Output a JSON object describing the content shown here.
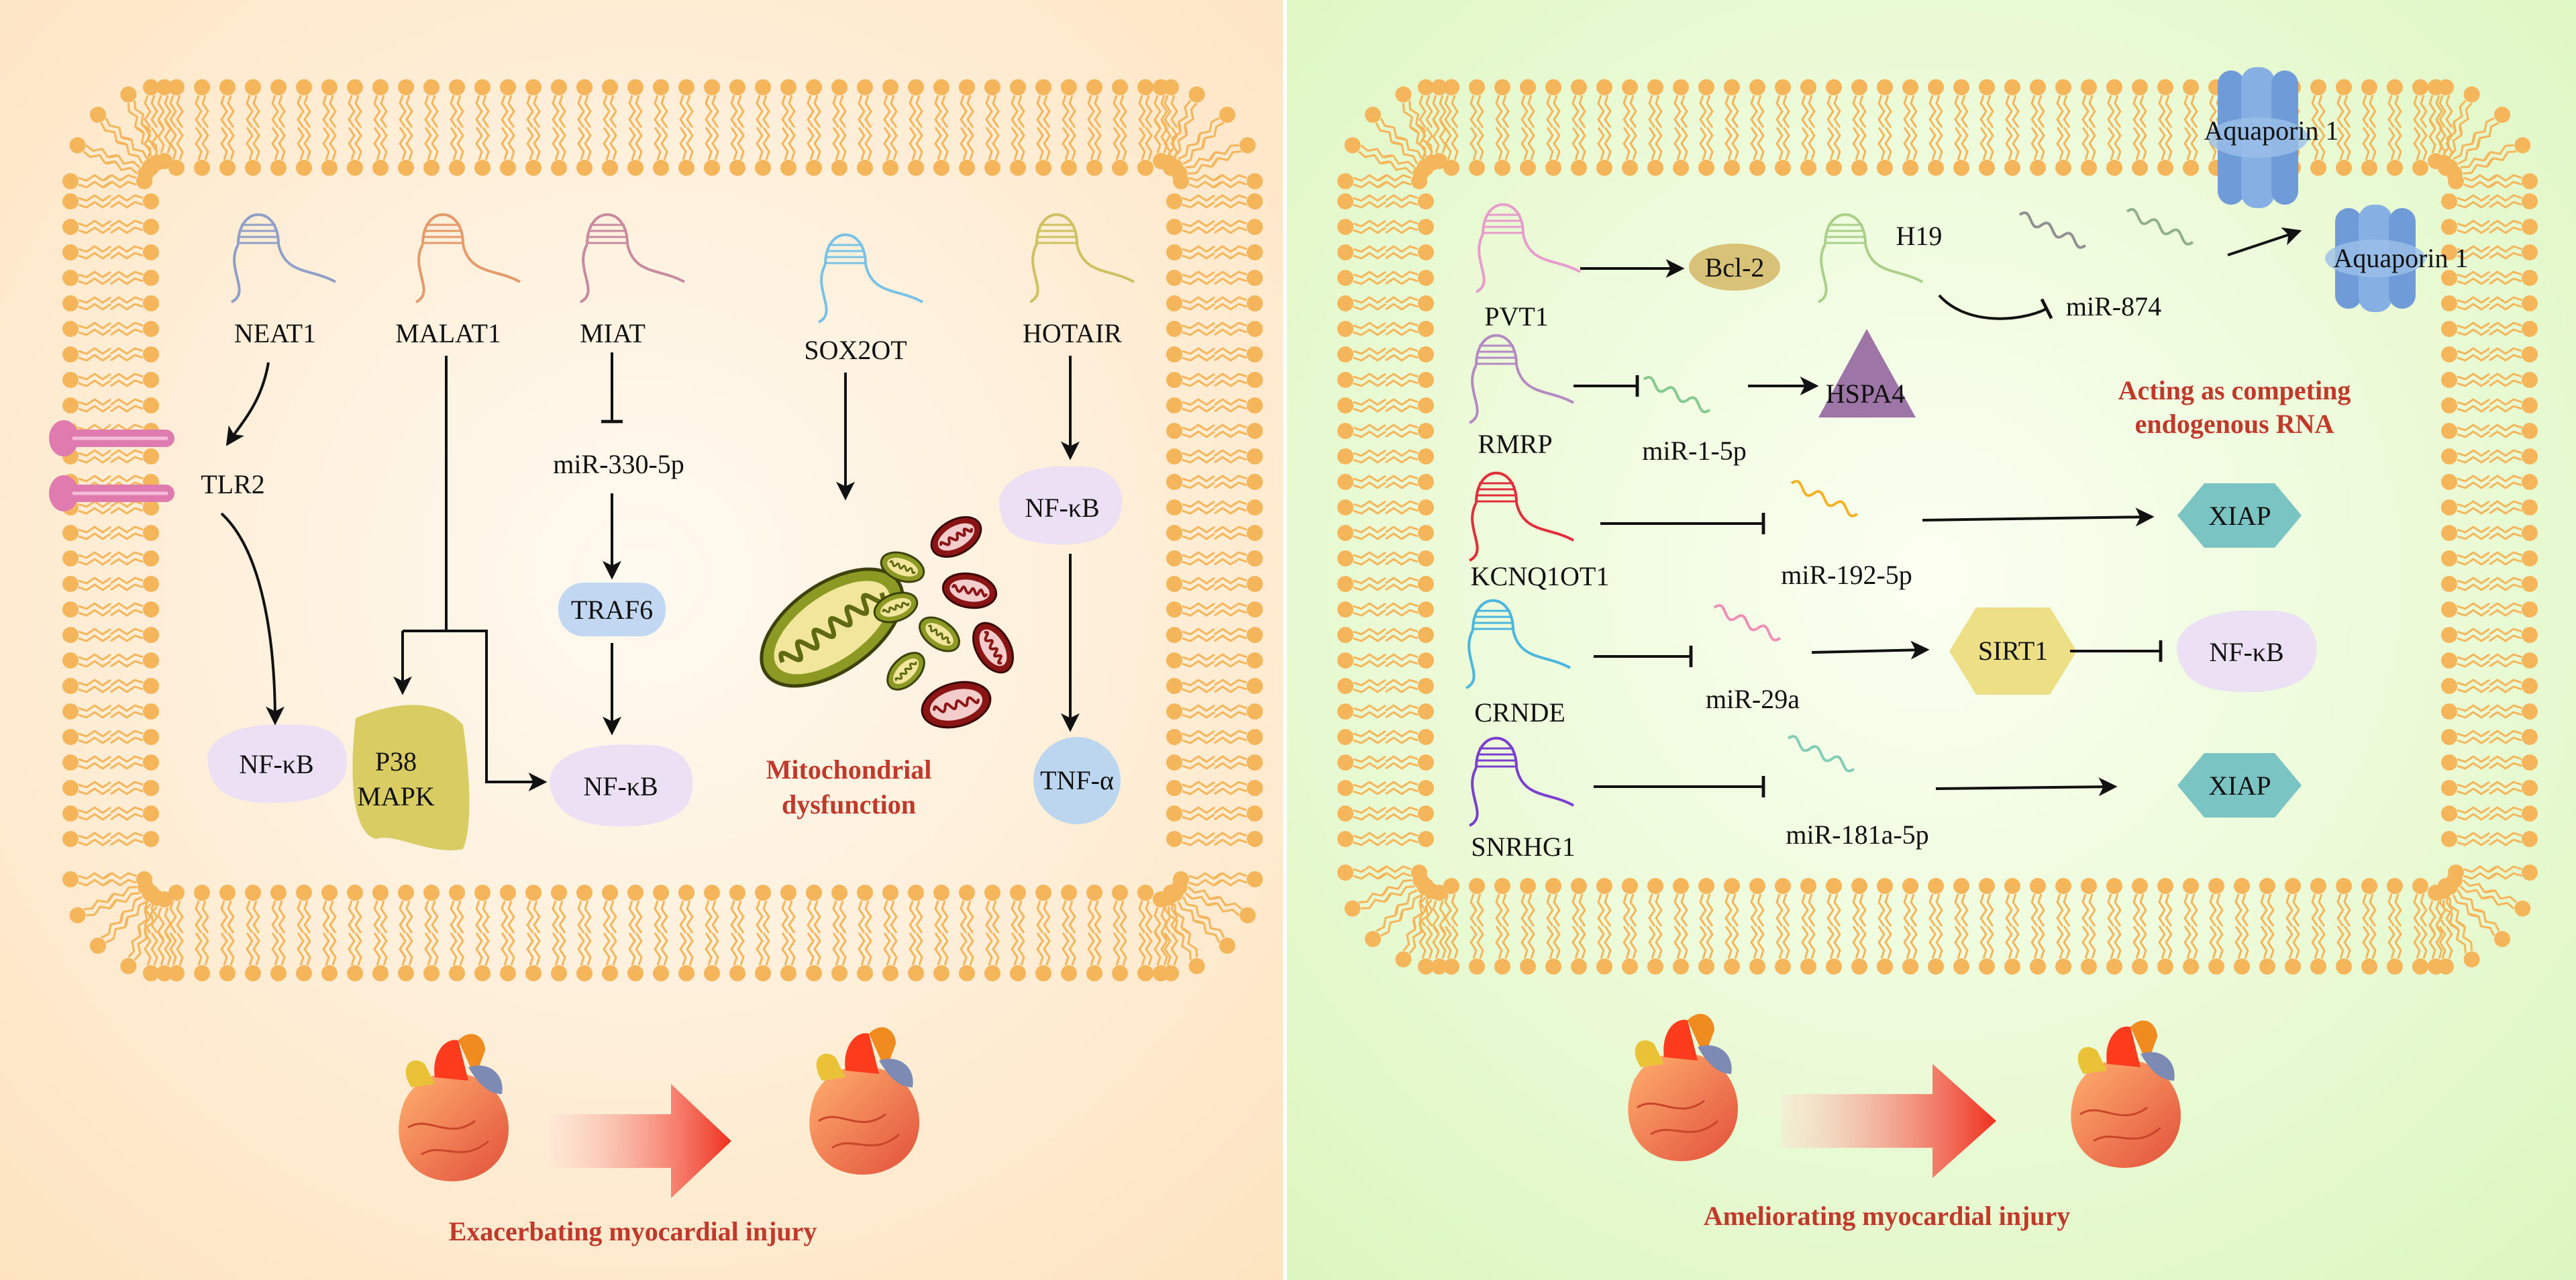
{
  "left_panel": {
    "background_color": "#fde9cc",
    "lncrnas": [
      "NEAT1",
      "MALAT1",
      "MIAT",
      "SOX2OT",
      "HOTAIR"
    ],
    "receptor": "TLR2",
    "mirna": "miR-330-5p",
    "traf6": "TRAF6",
    "nfkb_labels": [
      "NF-κB",
      "NF-κB",
      "NF-κB"
    ],
    "p38_line1": "P38",
    "p38_line2": "MAPK",
    "tnf": "TNF-α",
    "mito_line1": "Mitochondrial",
    "mito_line2": "dysfunction",
    "caption": "Exacerbating myocardial injury"
  },
  "right_panel": {
    "background_color": "#e2f7c8",
    "lncrnas": [
      "PVT1",
      "RMRP",
      "KCNQ1OT1",
      "CRNDE",
      "SNRHG1",
      "H19"
    ],
    "mirnas": [
      "miR-1-5p",
      "miR-192-5p",
      "miR-29a",
      "miR-181a-5p",
      "miR-874"
    ],
    "bcl2": "Bcl-2",
    "hspa4": "HSPA4",
    "xiap": [
      "XIAP",
      "XIAP"
    ],
    "sirt1": "SIRT1",
    "nfkb": "NF-κB",
    "aquaporin": [
      "Aquaporin 1",
      "Aquaporin 1"
    ],
    "cerna_line1": "Acting as competing",
    "cerna_line2": "endogenous RNA",
    "caption": "Ameliorating myocardial injury"
  },
  "colors": {
    "membrane": "#f5b55a",
    "caption_red": "#c0392b",
    "receptor_pink": "#e07bb0",
    "nfkb_lavender": "#ece0f5",
    "traf6_blue": "#c2d8f2",
    "p38_olive": "#d8cc63",
    "bcl2_olive": "#d8c277",
    "hspa4_purple": "#9d75a6",
    "xiap_teal": "#7ac4c4",
    "sirt1_yellow": "#ecdf86",
    "aquaporin_blue": "#6f9bd8"
  },
  "icons": [
    "lncrna-hairpin-icon",
    "mirna-wave-icon",
    "mitochondria-icon",
    "heart-icon",
    "gradient-arrow-icon",
    "receptor-icon",
    "aquaporin-channel-icon"
  ]
}
